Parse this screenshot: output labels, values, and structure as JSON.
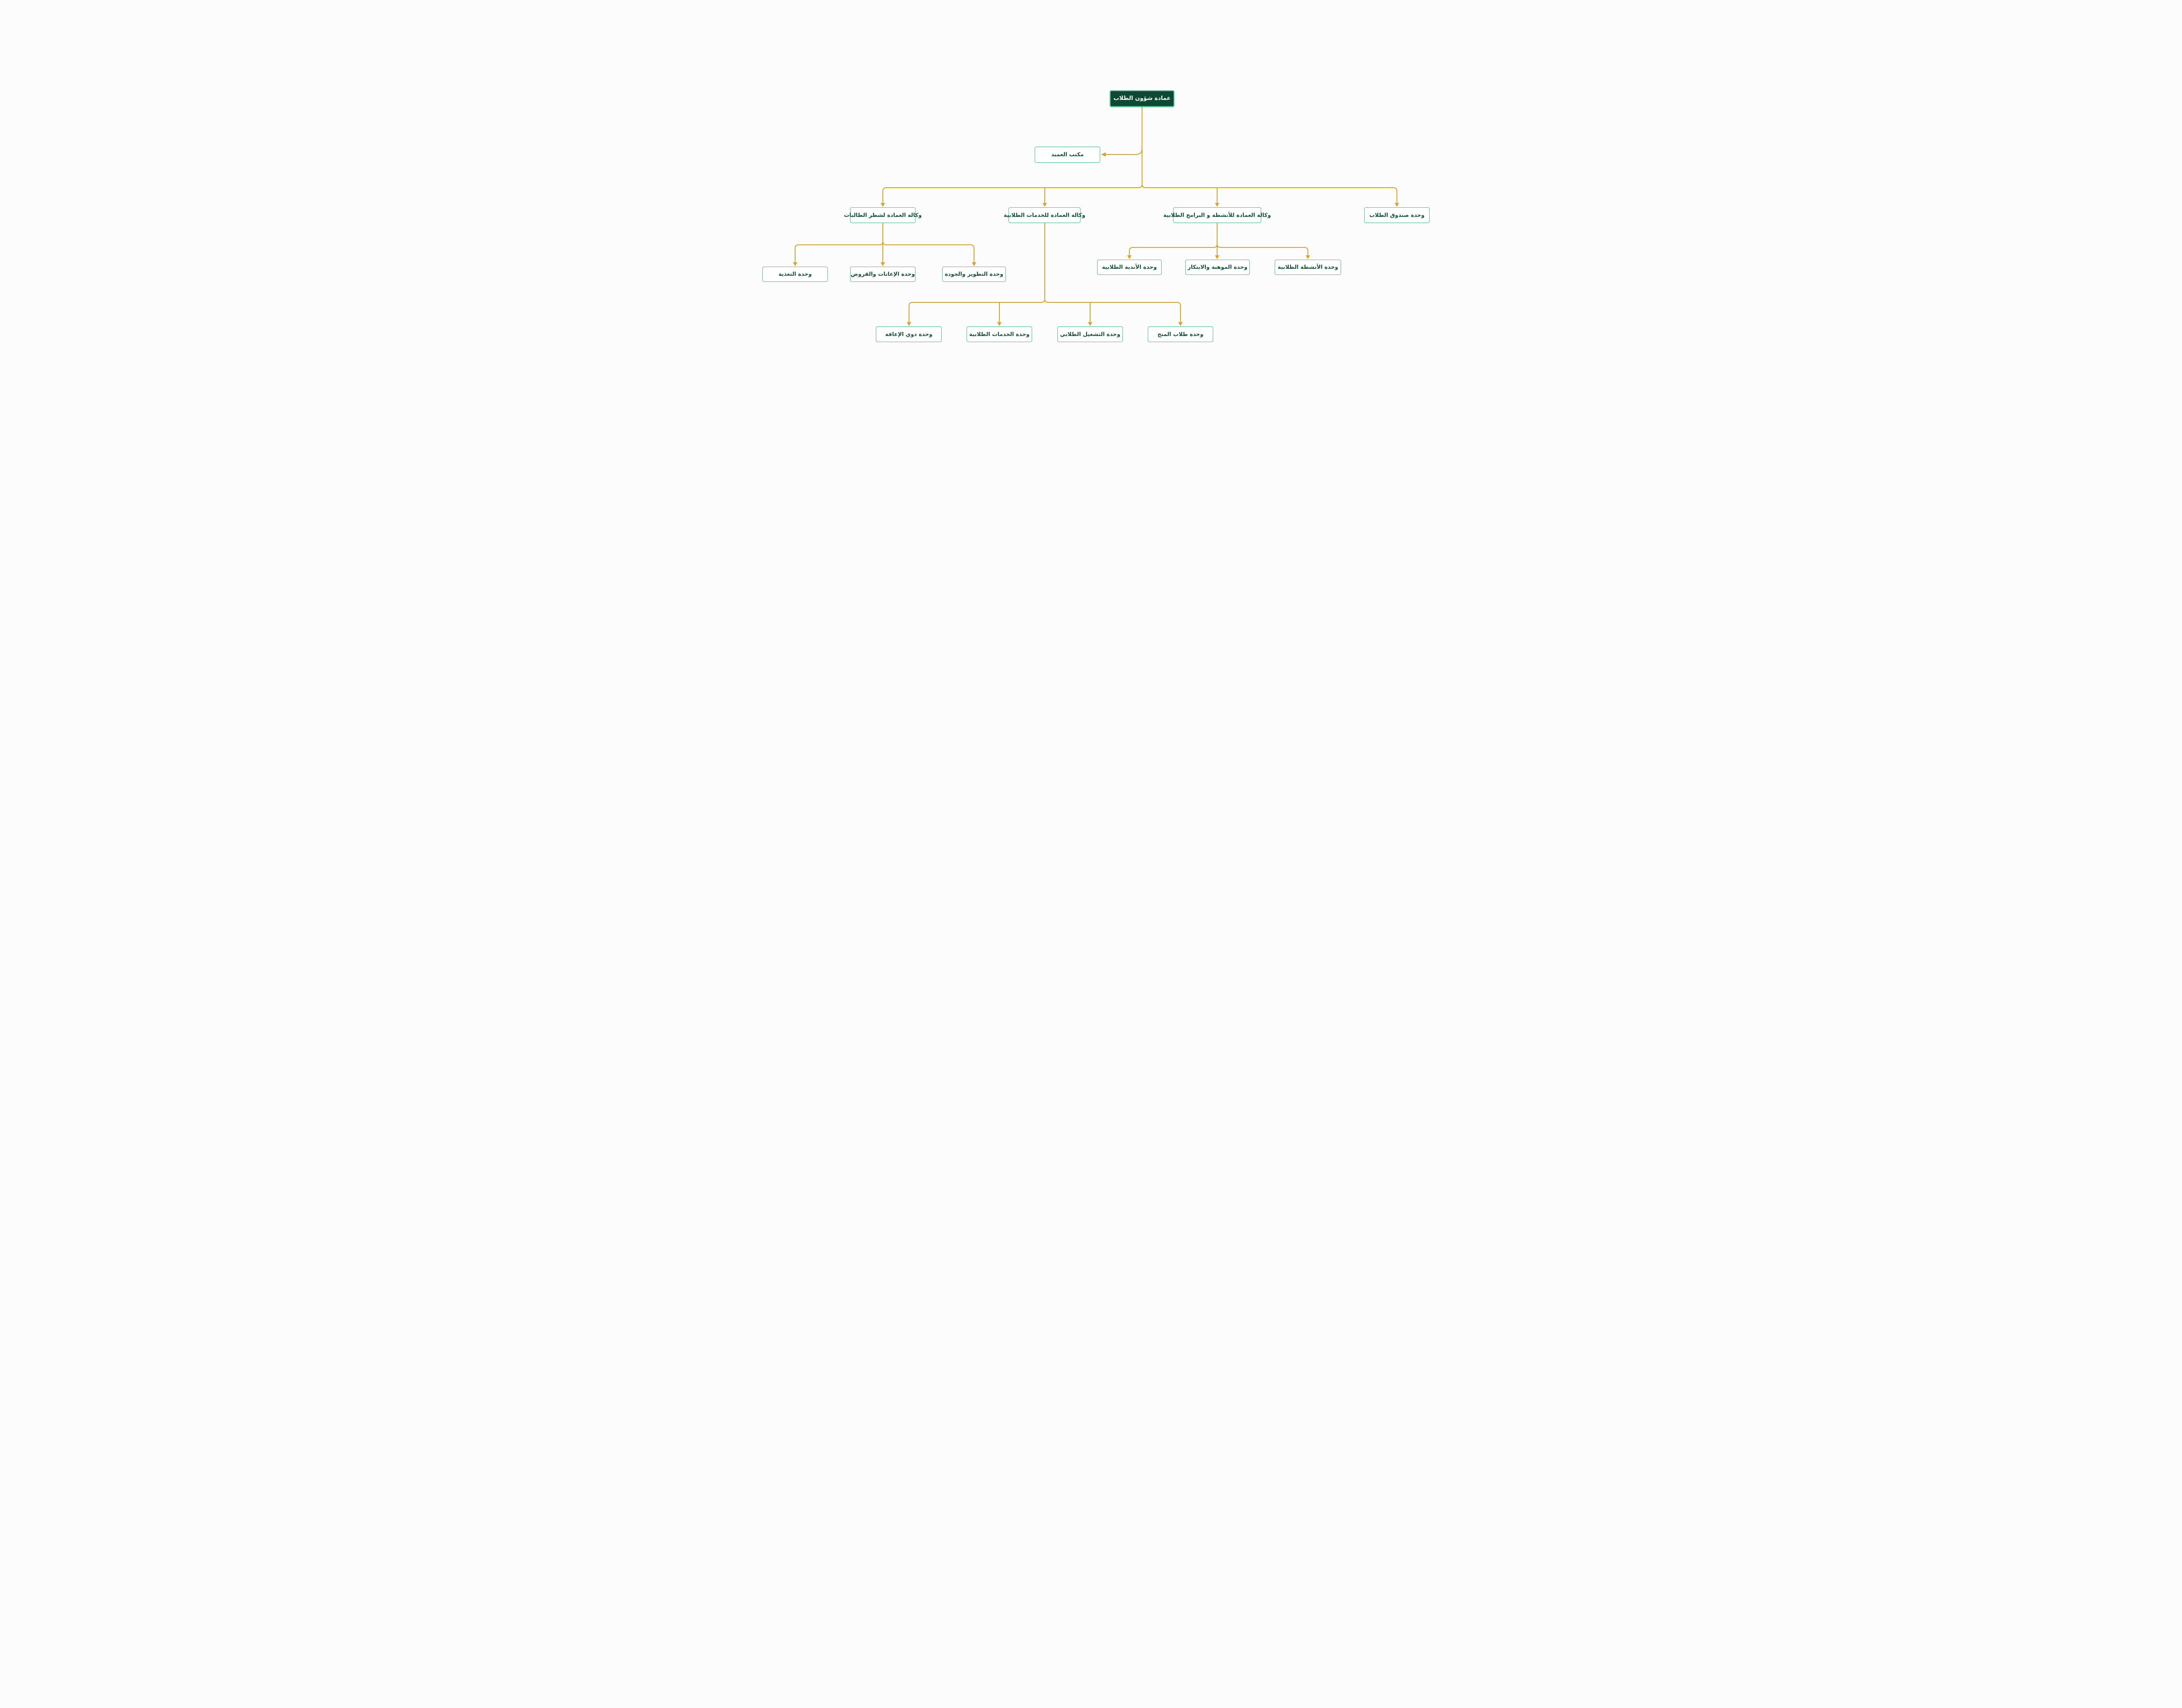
{
  "palette": {
    "connector": "#DAA427",
    "box_border": "#4CBE8C",
    "box_text": "#115236",
    "root_fill": "#0C4A33",
    "root_border": "#42BD86",
    "root_text": "#FFFFFF",
    "box_fill": "#FFFFFF",
    "page_bg": "#FCFCFC"
  },
  "org_chart": {
    "root": {
      "label": "عمادة شؤون الطلاب"
    },
    "dean_office": {
      "label": "مكتب العميد"
    },
    "level2": [
      {
        "label": "وكالة العمادة لشطر الطالبات"
      },
      {
        "label": "وكالة العمادة للخدمات الطلابية"
      },
      {
        "label": "وكالة العمادة للأنشطة و البرامج الطلابية"
      },
      {
        "label": "وحدة صندوق الطلاب"
      }
    ],
    "units_shatr": [
      {
        "label": "وحدة التغذية"
      },
      {
        "label": "وحدة الإعانات والقروض"
      },
      {
        "label": "وحدة التطوير والجودة"
      }
    ],
    "units_khadamat": [
      {
        "label": "وحدة ذوي الإعاقة"
      },
      {
        "label": "وحدة الخدمات الطلابية"
      },
      {
        "label": "وحدة التشغيل الطلابي"
      },
      {
        "label": "وحدة طلاب المنح"
      }
    ],
    "units_anshita": [
      {
        "label": "وحدة الأندية الطلابية"
      },
      {
        "label": "وحدة الموهبة والابتكار"
      },
      {
        "label": "وحدة الأنشطة الطلابية"
      }
    ]
  }
}
